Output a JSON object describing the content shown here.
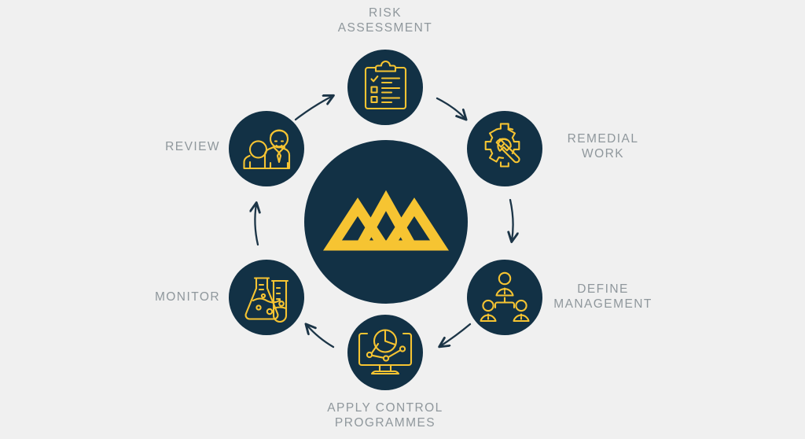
{
  "diagram": {
    "type": "cycle",
    "title_visible": false,
    "background_color": "#f0f0f0",
    "node_color": "#123145",
    "icon_color": "#f6c432",
    "arrow_color": "#1c3547",
    "label_color": "#8f979c",
    "center": {
      "name": "center-emblem",
      "icon": "mountain-peaks-logo",
      "fill": "#123145",
      "logo_color": "#f6c432"
    },
    "nodes": [
      {
        "id": "risk-assessment",
        "label": "RISK\nASSESSMENT",
        "icon": "clipboard-checklist-icon",
        "position": "top"
      },
      {
        "id": "remedial-work",
        "label": "REMEDIAL\nWORK",
        "icon": "gear-wrench-icon",
        "position": "upper-right"
      },
      {
        "id": "define-management",
        "label": "DEFINE\nMANAGEMENT",
        "icon": "people-org-chart-icon",
        "position": "lower-right"
      },
      {
        "id": "apply-control-programmes",
        "label": "APPLY CONTROL\nPROGRAMMES",
        "icon": "monitor-analytics-icon",
        "position": "bottom"
      },
      {
        "id": "monitor",
        "label": "MONITOR",
        "icon": "lab-flask-test-tube-icon",
        "position": "lower-left"
      },
      {
        "id": "review",
        "label": "REVIEW",
        "icon": "two-people-review-icon",
        "position": "upper-left"
      }
    ],
    "arrows": [
      {
        "id": "arrow-review-to-risk",
        "from": "review",
        "to": "risk-assessment",
        "direction": "up-right"
      },
      {
        "id": "arrow-risk-to-remedial",
        "from": "risk-assessment",
        "to": "remedial-work",
        "direction": "down-right"
      },
      {
        "id": "arrow-remedial-to-define",
        "from": "remedial-work",
        "to": "define-management",
        "direction": "down"
      },
      {
        "id": "arrow-define-to-apply",
        "from": "define-management",
        "to": "apply-control-programmes",
        "direction": "down-left"
      },
      {
        "id": "arrow-apply-to-monitor",
        "from": "apply-control-programmes",
        "to": "monitor",
        "direction": "up-left"
      },
      {
        "id": "arrow-monitor-to-review",
        "from": "monitor",
        "to": "review",
        "direction": "up"
      }
    ]
  }
}
